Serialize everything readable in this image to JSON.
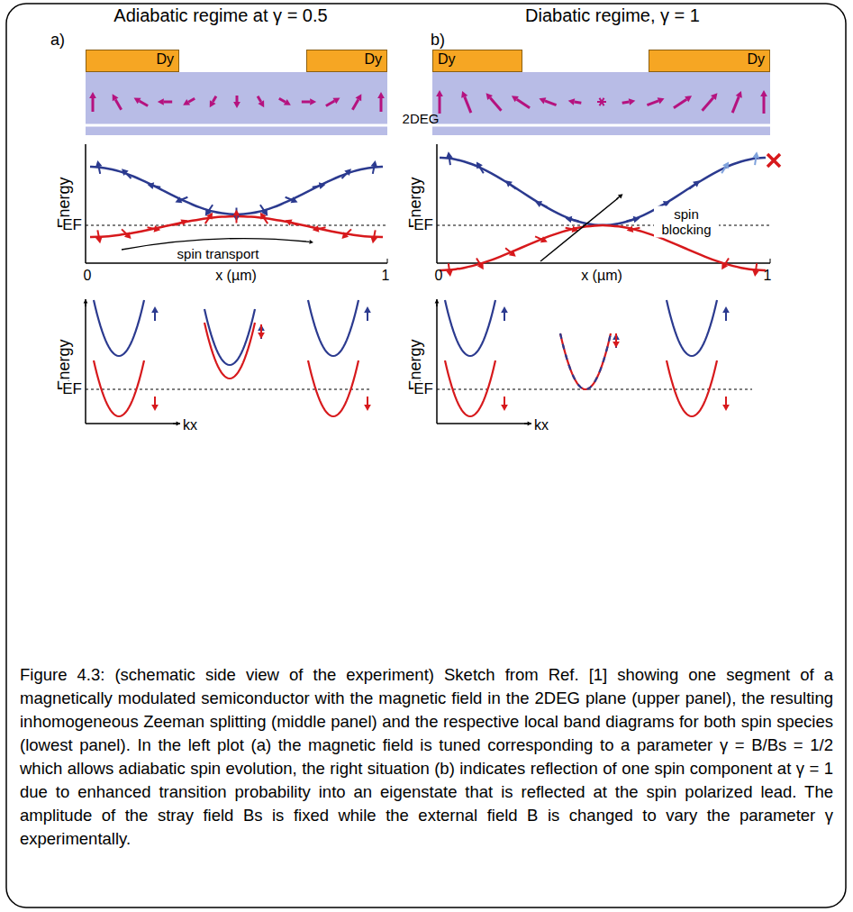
{
  "diagram": {
    "caption": "Figure 4.3: (schematic side view of the experiment) Sketch from Ref. [1] showing one segment of a magnetically modulated semiconductor with the magnetic field in the 2DEG plane (upper panel), the resulting inhomogeneous Zeeman splitting (middle panel) and the respective local band diagrams for both spin species (lowest panel). In the left plot (a) the magnetic field is tuned corresponding to a parameter γ = B/Bs = 1/2 which allows adiabatic spin evolution, the right situation (b) indicates reflection of one spin component at γ = 1 due to enhanced transition probability into an eigenstate that is reflected at the spin polarized lead. The amplitude of the stray field Bs is fixed while the external field B is changed to vary the parameter γ experimentally.",
    "nodes": [
      {
        "text": [
          "Dy"
        ]
      },
      {
        "text": [
          "Dy"
        ]
      },
      {
        "text": [
          "Dy"
        ]
      },
      {
        "text": [
          "Dy"
        ]
      }
    ],
    "labels": [
      "a)",
      "Adiabatic regime at γ = 0.5",
      "b)",
      "Diabatic regime, γ = 1",
      "2DEG",
      "Energy",
      "EF",
      "spin transport",
      "0",
      "x (µm)",
      "1",
      "Energy",
      "EF",
      "spin blocking",
      "0",
      "x (µm)",
      "1",
      "Energy",
      "EF",
      "kx",
      "Energy",
      "EF",
      "kx"
    ]
  }
}
